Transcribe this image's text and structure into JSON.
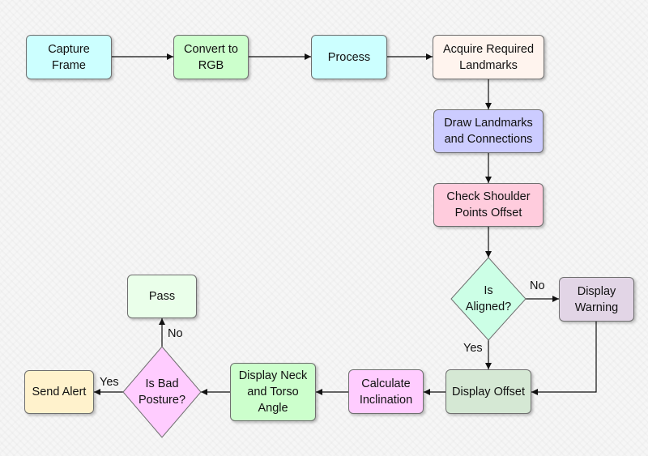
{
  "nodes": {
    "capture_frame": {
      "label": "Capture Frame",
      "fill": "#ccffff"
    },
    "convert_rgb": {
      "label": "Convert to RGB",
      "fill": "#ccffcc"
    },
    "process": {
      "label": "Process",
      "fill": "#ccffff"
    },
    "acquire_landmarks": {
      "label": "Acquire Required Landmarks",
      "fill": "#fff4ee"
    },
    "draw_landmarks": {
      "label": "Draw Landmarks and Connections",
      "fill": "#ccccff"
    },
    "check_shoulder": {
      "label": "Check Shoulder Points Offset",
      "fill": "#ffccdd"
    },
    "is_aligned": {
      "label": "Is Aligned?",
      "fill": "#ccffe6"
    },
    "display_warning": {
      "label": "Display Warning",
      "fill": "#e2d5e6"
    },
    "display_offset": {
      "label": "Display Offset",
      "fill": "#d5e8d4"
    },
    "calculate_inclination": {
      "label": "Calculate Inclination",
      "fill": "#ffccff"
    },
    "display_neck_torso": {
      "label": "Display Neck and Torso Angle",
      "fill": "#ccffcc"
    },
    "is_bad_posture": {
      "label": "Is Bad Posture?",
      "fill": "#ffccff"
    },
    "pass": {
      "label": "Pass",
      "fill": "#eaffea"
    },
    "send_alert": {
      "label": "Send Alert",
      "fill": "#fff2cc"
    }
  },
  "edge_labels": {
    "aligned_no": "No",
    "aligned_yes": "Yes",
    "posture_no": "No",
    "posture_yes": "Yes"
  },
  "colors": {
    "stroke": "#6f6f6f",
    "arrow": "#111111"
  }
}
